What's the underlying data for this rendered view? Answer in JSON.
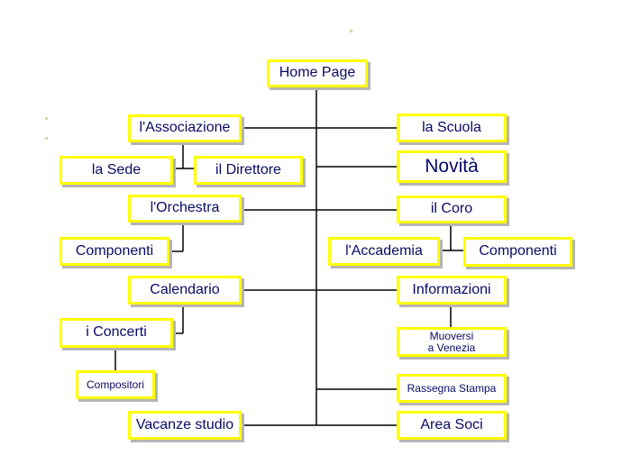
{
  "nodes": {
    "home_page": "Home Page",
    "associazione": "l'Associazione",
    "sede": "la Sede",
    "direttore": "il Direttore",
    "orchestra": "l'Orchestra",
    "componenti_left": "Componenti",
    "calendario": "Calendario",
    "concerti": "i Concerti",
    "compositori": "Compositori",
    "vacanze": "Vacanze studio",
    "scuola": "la Scuola",
    "novita": "Novità",
    "coro": "il Coro",
    "accademia": "l'Accademia",
    "componenti_right": "Componenti",
    "informazioni": "Informazioni",
    "muoversi_line1": "Muoversi",
    "muoversi_line2": "a Venezia",
    "rassegna": "Rassegna Stampa",
    "area_soci": "Area Soci"
  },
  "colors": {
    "node_border": "#ffff00",
    "node_text": "#0a0a66",
    "line": "#000000",
    "shadow": "#b5b5b5"
  }
}
